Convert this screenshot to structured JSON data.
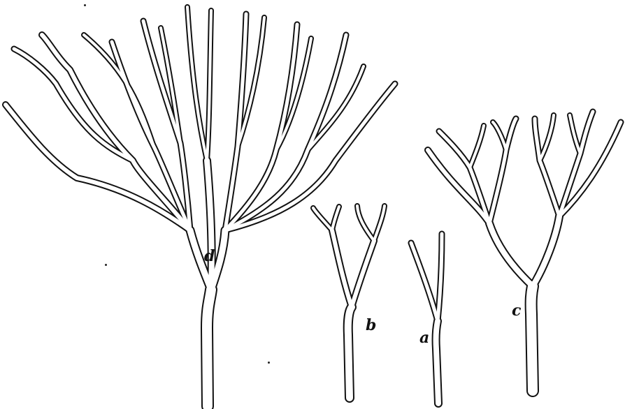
{
  "labels": {
    "d": "d",
    "b": "b",
    "a": "a",
    "c": "c"
  },
  "colors": {
    "ink": "#111111",
    "paper": "#ffffff"
  }
}
